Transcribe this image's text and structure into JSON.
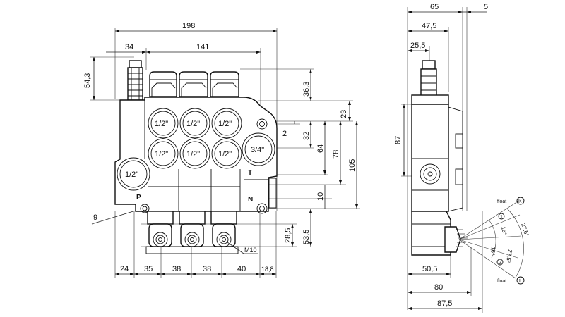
{
  "front_view": {
    "dimensions": {
      "overall_width": "198",
      "inner_width": "141",
      "left_offset": "34",
      "top_height": "54,3",
      "top_right": "36,3",
      "d23": "23",
      "d2": "2",
      "d32": "32",
      "d64": "64",
      "d78": "78",
      "d105": "105",
      "d10": "10",
      "d28_5": "28,5",
      "d53_5": "53,5",
      "bottom_24": "24",
      "bottom_35": "35",
      "bottom_38a": "38",
      "bottom_38b": "38",
      "bottom_40": "40",
      "bottom_18_8": "18,8",
      "hole_dia": "9",
      "thread": "M10"
    },
    "ports": {
      "a1": "1/2\"",
      "b1": "1/2\"",
      "a2": "1/2\"",
      "b2": "1/2\"",
      "a3": "1/2\"",
      "b3": "1/2\"",
      "inlet": "1/2\"",
      "tank": "3/4\""
    },
    "labels": {
      "p": "P",
      "t": "T",
      "n": "N"
    }
  },
  "side_view": {
    "dimensions": {
      "d65": "65",
      "d5": "5",
      "d47_5": "47,5",
      "d25_5": "25,5",
      "d87": "87",
      "d50_5": "50,5",
      "d80": "80",
      "d87_5": "87,5"
    },
    "lever": {
      "float_k": "float",
      "float_k_badge": "K",
      "float_l": "float",
      "float_l_badge": "L",
      "angle_27_5_top": "27,5°",
      "angle_16_top": "16°",
      "angle_16_bottom": "16°",
      "angle_27_5_bottom": "27,5°",
      "pos1": "1",
      "pos2": "2"
    }
  }
}
